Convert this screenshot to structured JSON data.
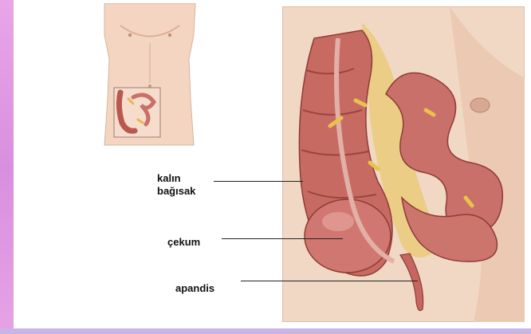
{
  "labels": {
    "large_intestine": "kalın bağısak",
    "cecum": "çekum",
    "appendix": "apandis"
  },
  "colors": {
    "side_accent": "#dd94e0",
    "bottom_accent": "#c8b4e6",
    "intestine": "#c76a62",
    "skin": "#f2d4c0"
  }
}
